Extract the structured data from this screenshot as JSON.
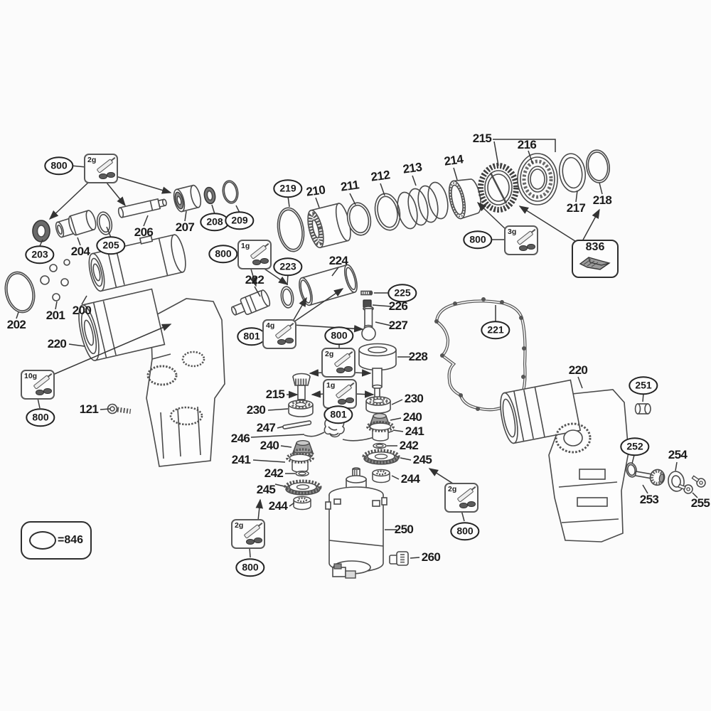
{
  "diagram": {
    "kind": "exploded-parts-diagram",
    "background_color": "#fbfbfb",
    "line_color": "#4a4a4a",
    "label_color": "#1b1b1b"
  },
  "legend": {
    "label": "=846"
  },
  "grease_amounts": [
    "2g",
    "1g",
    "3g",
    "4g",
    "10g"
  ],
  "callouts": [
    {
      "text": "800",
      "kind": "oval"
    },
    {
      "text": "2g",
      "kind": "grease-box"
    },
    {
      "text": "203",
      "kind": "oval"
    },
    {
      "text": "204",
      "kind": "text"
    },
    {
      "text": "205",
      "kind": "oval"
    },
    {
      "text": "206",
      "kind": "text"
    },
    {
      "text": "207",
      "kind": "text"
    },
    {
      "text": "208",
      "kind": "oval"
    },
    {
      "text": "209",
      "kind": "oval"
    },
    {
      "text": "219",
      "kind": "oval"
    },
    {
      "text": "210",
      "kind": "text"
    },
    {
      "text": "211",
      "kind": "text"
    },
    {
      "text": "212",
      "kind": "text"
    },
    {
      "text": "213",
      "kind": "text"
    },
    {
      "text": "214",
      "kind": "text"
    },
    {
      "text": "215",
      "kind": "text"
    },
    {
      "text": "216",
      "kind": "text"
    },
    {
      "text": "217",
      "kind": "text"
    },
    {
      "text": "218",
      "kind": "text"
    },
    {
      "text": "800",
      "kind": "oval"
    },
    {
      "text": "3g",
      "kind": "grease-box"
    },
    {
      "text": "836",
      "kind": "part-box"
    },
    {
      "text": "202",
      "kind": "text"
    },
    {
      "text": "201",
      "kind": "text"
    },
    {
      "text": "200",
      "kind": "text"
    },
    {
      "text": "220",
      "kind": "text"
    },
    {
      "text": "10g",
      "kind": "grease-box"
    },
    {
      "text": "800",
      "kind": "oval"
    },
    {
      "text": "121",
      "kind": "text"
    },
    {
      "text": "800",
      "kind": "oval"
    },
    {
      "text": "1g",
      "kind": "grease-box"
    },
    {
      "text": "222",
      "kind": "text"
    },
    {
      "text": "223",
      "kind": "oval"
    },
    {
      "text": "224",
      "kind": "text"
    },
    {
      "text": "801",
      "kind": "oval"
    },
    {
      "text": "4g",
      "kind": "grease-box"
    },
    {
      "text": "225",
      "kind": "oval"
    },
    {
      "text": "226",
      "kind": "text"
    },
    {
      "text": "227",
      "kind": "text"
    },
    {
      "text": "228",
      "kind": "text"
    },
    {
      "text": "800",
      "kind": "oval"
    },
    {
      "text": "2g",
      "kind": "grease-box"
    },
    {
      "text": "1g",
      "kind": "grease-box"
    },
    {
      "text": "801",
      "kind": "oval"
    },
    {
      "text": "215",
      "kind": "text"
    },
    {
      "text": "230",
      "kind": "text"
    },
    {
      "text": "230",
      "kind": "text"
    },
    {
      "text": "247",
      "kind": "text"
    },
    {
      "text": "246",
      "kind": "text"
    },
    {
      "text": "240",
      "kind": "text"
    },
    {
      "text": "240",
      "kind": "text"
    },
    {
      "text": "241",
      "kind": "text"
    },
    {
      "text": "241",
      "kind": "text"
    },
    {
      "text": "242",
      "kind": "text"
    },
    {
      "text": "242",
      "kind": "text"
    },
    {
      "text": "245",
      "kind": "text"
    },
    {
      "text": "245",
      "kind": "text"
    },
    {
      "text": "244",
      "kind": "text"
    },
    {
      "text": "244",
      "kind": "text"
    },
    {
      "text": "250",
      "kind": "text"
    },
    {
      "text": "260",
      "kind": "text"
    },
    {
      "text": "2g",
      "kind": "grease-box"
    },
    {
      "text": "800",
      "kind": "oval"
    },
    {
      "text": "2g",
      "kind": "grease-box"
    },
    {
      "text": "800",
      "kind": "oval"
    },
    {
      "text": "221",
      "kind": "oval"
    },
    {
      "text": "220",
      "kind": "text"
    },
    {
      "text": "251",
      "kind": "oval"
    },
    {
      "text": "252",
      "kind": "oval"
    },
    {
      "text": "253",
      "kind": "text"
    },
    {
      "text": "254",
      "kind": "text"
    },
    {
      "text": "255",
      "kind": "text"
    }
  ]
}
